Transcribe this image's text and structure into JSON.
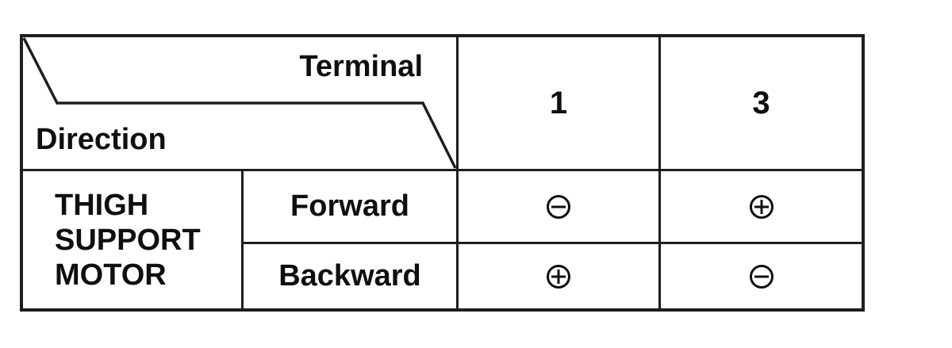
{
  "table": {
    "header": {
      "corner": {
        "terminal_label": "Terminal",
        "direction_label": "Direction"
      },
      "terminal_columns": [
        "1",
        "3"
      ]
    },
    "component_label": "THIGH\nSUPPORT\nMOTOR",
    "rows": [
      {
        "direction": "Forward",
        "terminal_1": "minus",
        "terminal_3": "plus"
      },
      {
        "direction": "Backward",
        "terminal_1": "plus",
        "terminal_3": "minus"
      }
    ],
    "symbol_legend": {
      "plus": "circled-plus",
      "minus": "circled-minus"
    }
  },
  "colors": {
    "line": "#1e1e1e",
    "text": "#0f0f0f",
    "background": "#ffffff"
  }
}
